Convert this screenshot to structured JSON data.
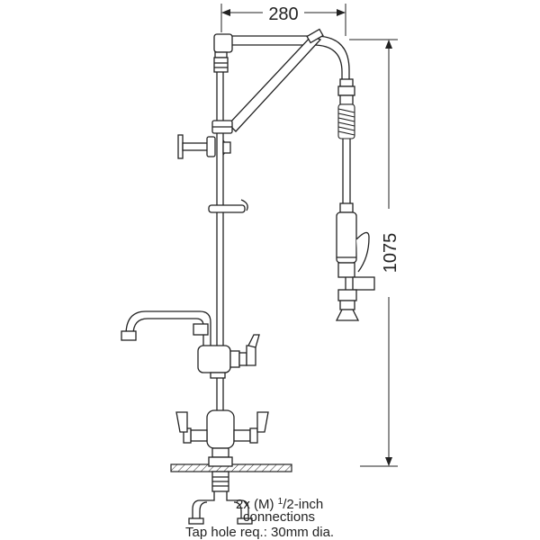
{
  "dimensions": {
    "width": "280",
    "height": "1075"
  },
  "notes": {
    "connections_prefix": "2x (M) ",
    "connections_fraction_num": "1",
    "connections_fraction_rest": "/2-inch",
    "connections_line2": "connections",
    "tap_hole": "Tap hole req.: 30mm dia."
  }
}
